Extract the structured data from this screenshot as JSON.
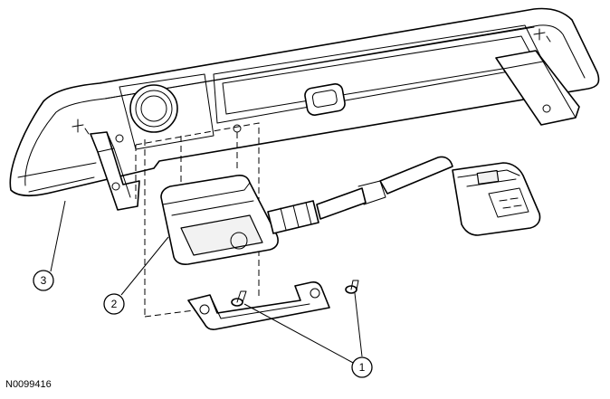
{
  "callouts": {
    "item_1": "1",
    "item_2": "2",
    "item_3": "3"
  },
  "reference_code": "N0099416"
}
